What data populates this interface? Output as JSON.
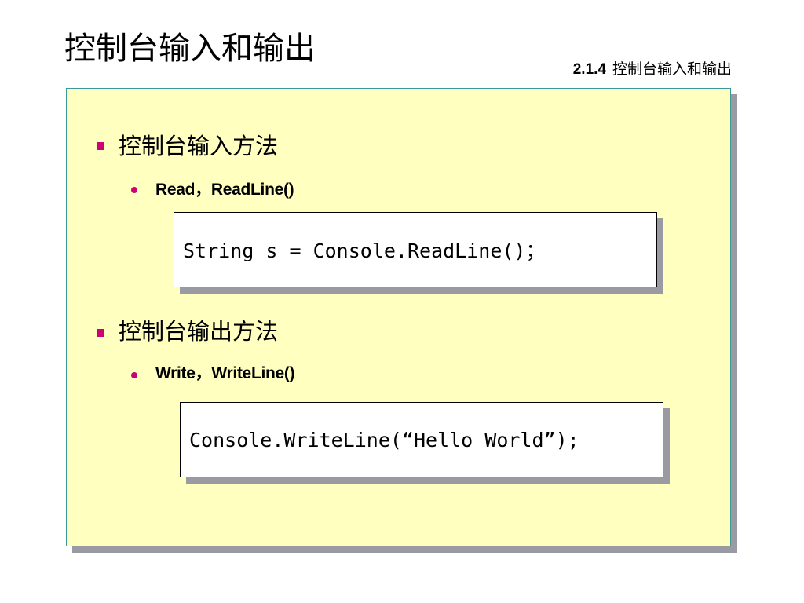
{
  "slide": {
    "title": "控制台输入和输出",
    "section_number": "2.1.4",
    "section_title": "控制台输入和输出"
  },
  "sections": [
    {
      "heading": "控制台输入方法",
      "subitem": "Read，ReadLine()",
      "code": "String s = Console.ReadLine()；"
    },
    {
      "heading": "控制台输出方法",
      "subitem": "Write，WriteLine()",
      "code": "Console.WriteLine(“Hello World”);"
    }
  ],
  "colors": {
    "panel_bg": "#ffffc0",
    "panel_border": "#3a9a9a",
    "bullet": "#cc0077",
    "shadow": "#9a9aa2"
  }
}
